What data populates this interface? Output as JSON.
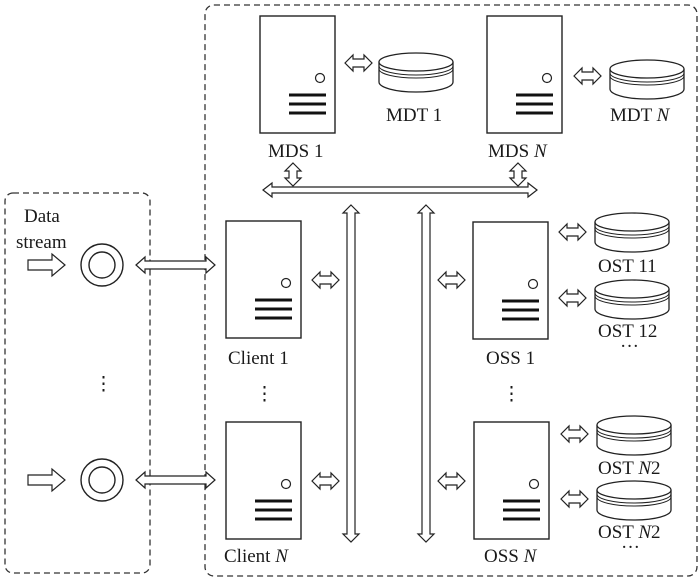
{
  "diagram": {
    "left_panel": {
      "title_line1": "Data",
      "title_line2": "stream",
      "ellipsis": "⋮"
    },
    "metadata_servers": [
      {
        "label": "MDS ",
        "label_italic": "1",
        "italic": false,
        "target": {
          "label": "MDT ",
          "suffix": "1",
          "italic": false
        }
      },
      {
        "label": "MDS ",
        "label_italic": "N",
        "italic": true,
        "target": {
          "label": "MDT ",
          "suffix": "N",
          "italic": true
        }
      }
    ],
    "clients": [
      {
        "label": "Client ",
        "suffix": "1",
        "italic": false
      },
      {
        "label": "Client ",
        "suffix": "N",
        "italic": true
      }
    ],
    "object_servers": [
      {
        "label": "OSS ",
        "suffix": "1",
        "italic": false,
        "targets": [
          {
            "label": "OST ",
            "suffix": "11",
            "italic_part": ""
          },
          {
            "label": "OST ",
            "suffix": "12",
            "italic_part": ""
          }
        ]
      },
      {
        "label": "OSS ",
        "suffix": "N",
        "italic": true,
        "targets": [
          {
            "label": "OST ",
            "italic_part": "N",
            "suffix": "2"
          },
          {
            "label": "OST ",
            "italic_part": "N",
            "suffix": "2"
          }
        ]
      }
    ],
    "ellipsis_h": "···",
    "ellipsis_v": "⋮"
  }
}
